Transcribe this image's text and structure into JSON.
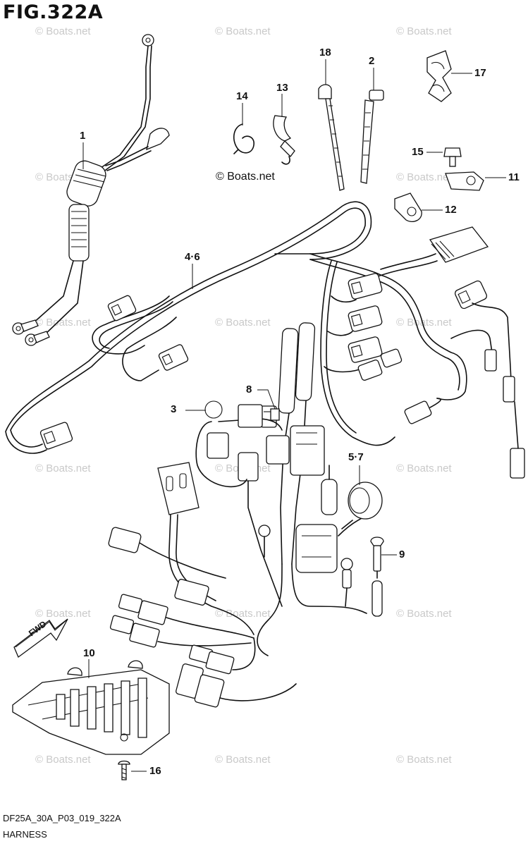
{
  "figure": {
    "title": "FIG.322A",
    "code": "DF25A_30A_P03_019_322A",
    "name": "HARNESS",
    "credit": "© Boats.net",
    "watermark": "© Boats.net",
    "fwd_label": "FWD"
  },
  "callouts": [
    {
      "id": "c1",
      "label": "1"
    },
    {
      "id": "c2",
      "label": "2"
    },
    {
      "id": "c3",
      "label": "3"
    },
    {
      "id": "c46",
      "label": "4·6"
    },
    {
      "id": "c57",
      "label": "5·7"
    },
    {
      "id": "c8",
      "label": "8"
    },
    {
      "id": "c9",
      "label": "9"
    },
    {
      "id": "c10",
      "label": "10"
    },
    {
      "id": "c11",
      "label": "11"
    },
    {
      "id": "c12",
      "label": "12"
    },
    {
      "id": "c13",
      "label": "13"
    },
    {
      "id": "c14",
      "label": "14"
    },
    {
      "id": "c15",
      "label": "15"
    },
    {
      "id": "c16",
      "label": "16"
    },
    {
      "id": "c17",
      "label": "17"
    },
    {
      "id": "c18",
      "label": "18"
    }
  ]
}
